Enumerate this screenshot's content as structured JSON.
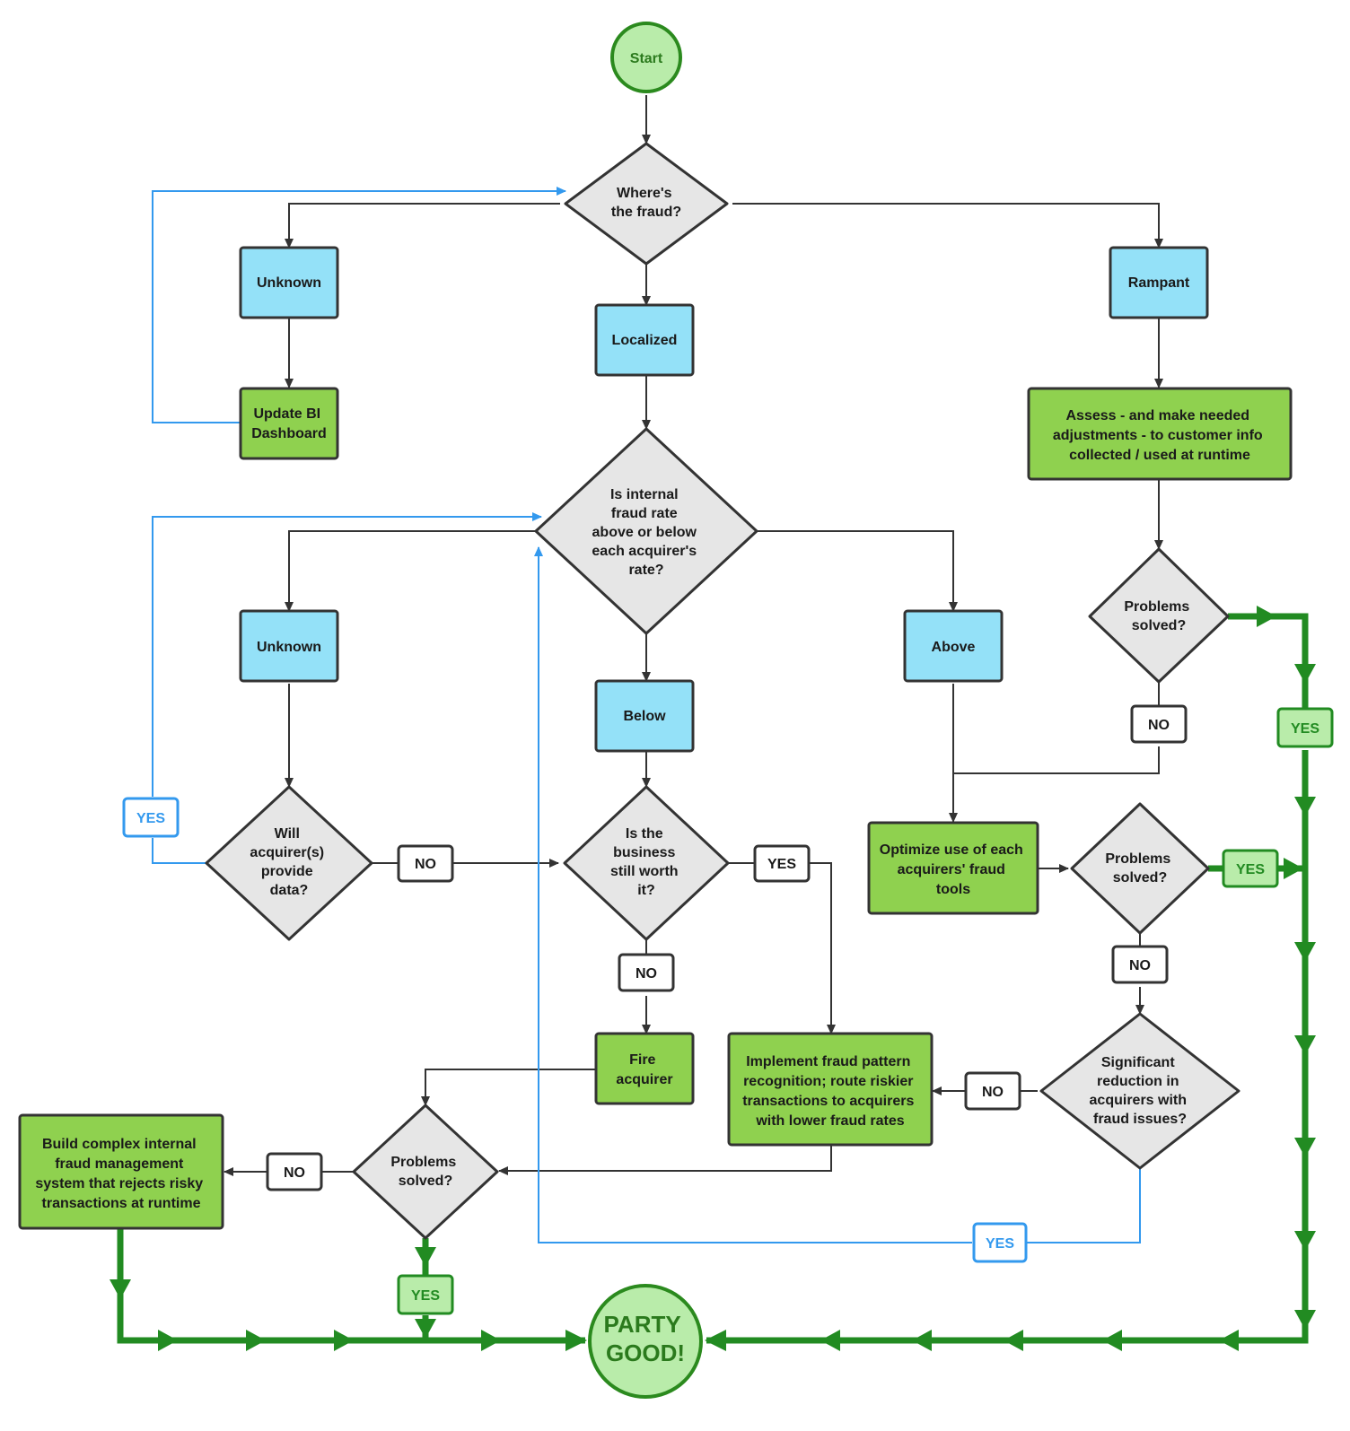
{
  "colors": {
    "blue_box": "#94e1f8",
    "green_box": "#8fd14f",
    "diamond": "#e6e6e6",
    "terminal_fill": "#b9ecaa",
    "terminal_stroke": "#2b8a1e",
    "dark_line": "#333333",
    "blue_line": "#3399ee",
    "green_line": "#228b22",
    "yes_green_fill": "#b9ecaa"
  },
  "nodes": {
    "start": "Start",
    "where": [
      "Where's",
      "the fraud?"
    ],
    "unknown1": "Unknown",
    "localized": "Localized",
    "rampant": "Rampant",
    "update_bi": [
      "Update BI",
      "Dashboard"
    ],
    "assess": [
      "Assess - and make needed",
      "adjustments - to customer info",
      "collected / used at runtime"
    ],
    "internal_rate": [
      "Is internal",
      "fraud rate",
      "above or below",
      "each acquirer's",
      "rate?"
    ],
    "unknown2": "Unknown",
    "below": "Below",
    "above": "Above",
    "problems_solved_1": [
      "Problems",
      "solved?"
    ],
    "will_acquirer": [
      "Will",
      "acquirer(s)",
      "provide",
      "data?"
    ],
    "business_worth": [
      "Is the",
      "business",
      "still worth",
      "it?"
    ],
    "optimize": [
      "Optimize use of each",
      "acquirers' fraud",
      "tools"
    ],
    "problems_solved_2": [
      "Problems",
      "solved?"
    ],
    "fire_acquirer": [
      "Fire",
      "acquirer"
    ],
    "implement": [
      "Implement fraud pattern",
      "recognition; route riskier",
      "transactions to acquirers",
      "with lower fraud rates"
    ],
    "significant": [
      "Significant",
      "reduction in",
      "acquirers with",
      "fraud issues?"
    ],
    "build_complex": [
      "Build complex internal",
      "fraud management",
      "system that rejects risky",
      "transactions at runtime"
    ],
    "problems_solved_3": [
      "Problems",
      "solved?"
    ],
    "party": [
      "PARTY",
      "GOOD!"
    ]
  },
  "edge_labels": {
    "yes_blue_left": "YES",
    "no_will": "NO",
    "yes_business": "YES",
    "no_business": "NO",
    "no_rampant": "NO",
    "yes_rampant": "YES",
    "yes_optimize": "YES",
    "no_optimize": "NO",
    "no_significant": "NO",
    "yes_significant": "YES",
    "no_problems3": "NO",
    "yes_problems3": "YES"
  }
}
